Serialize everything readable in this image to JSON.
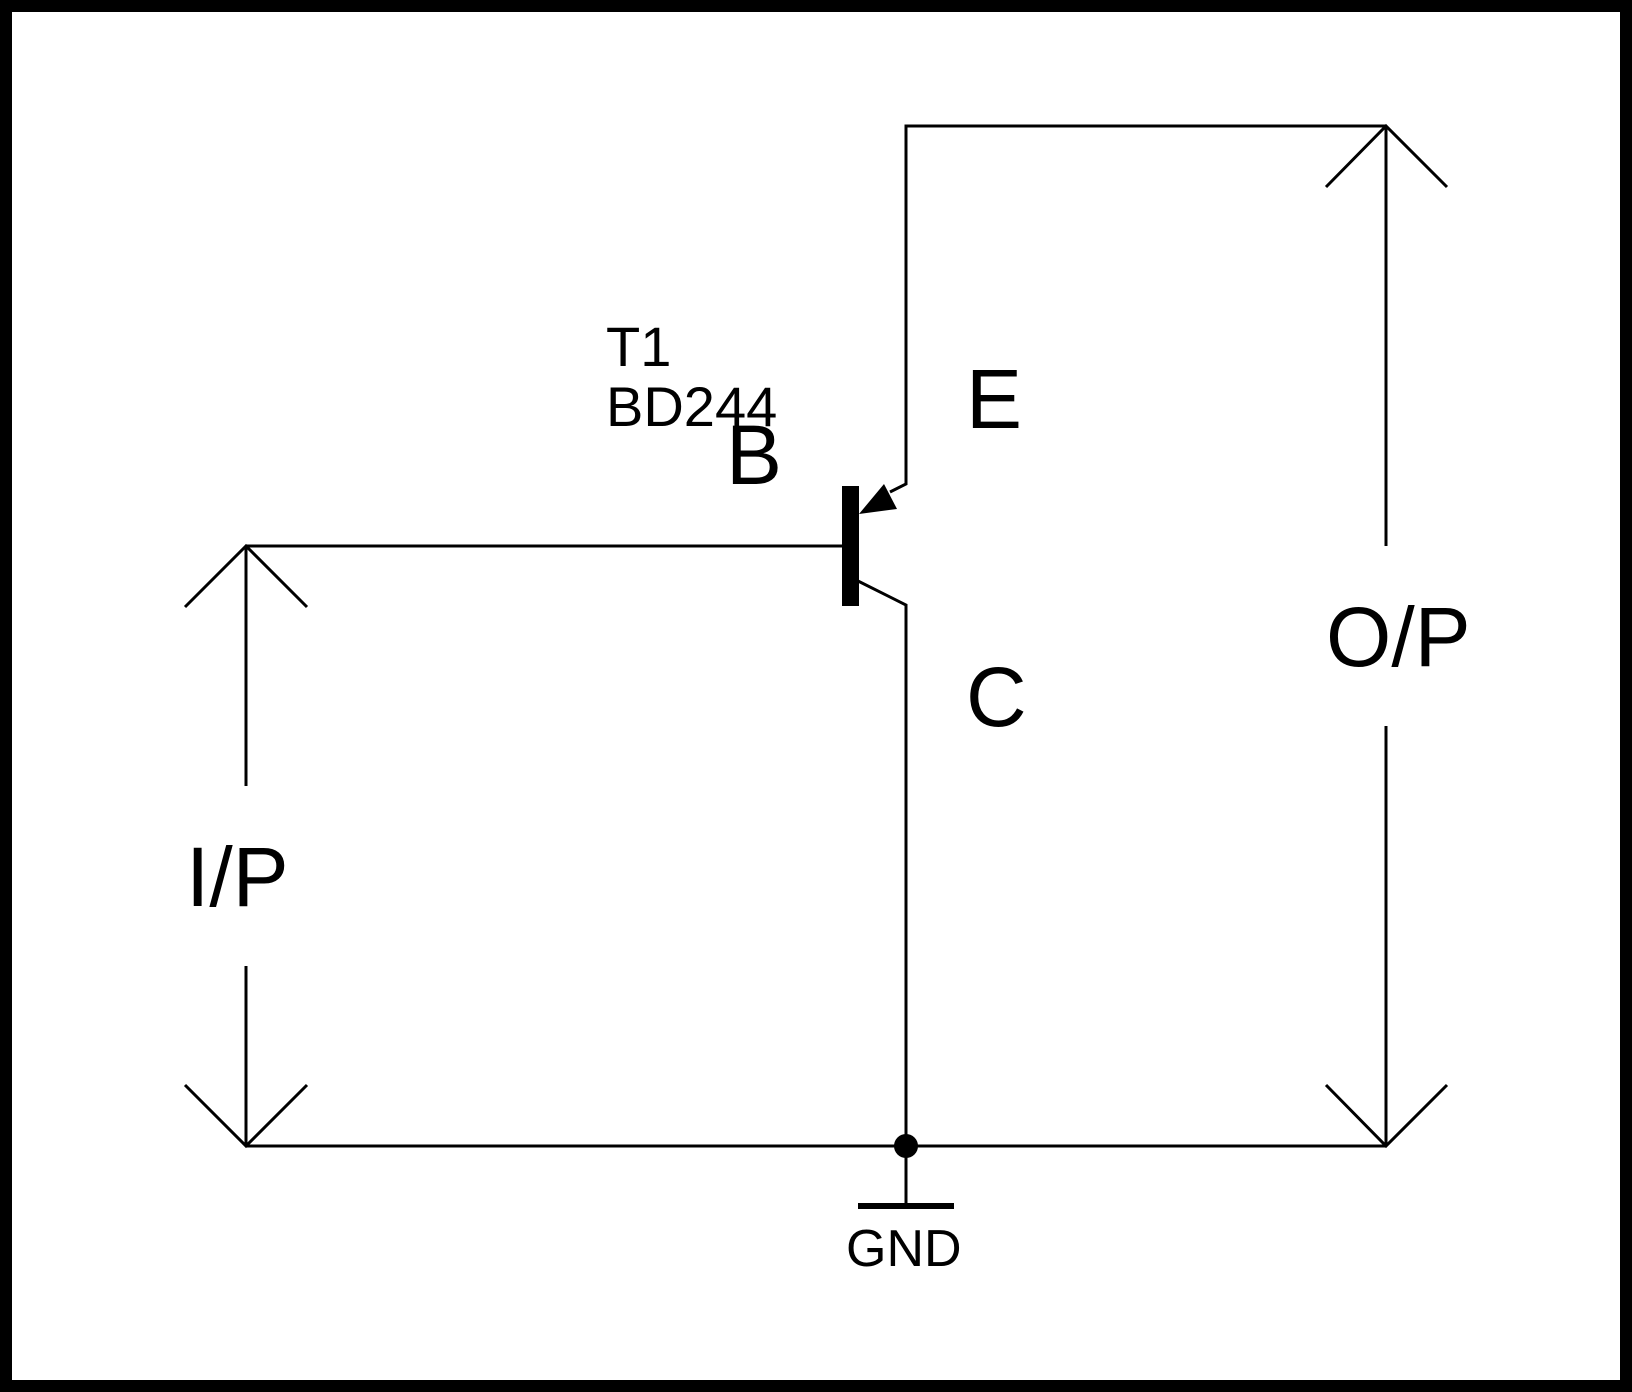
{
  "diagram": {
    "transistor": {
      "designator": "T1",
      "part": "BD244",
      "base_label": "B",
      "emitter_label": "E",
      "collector_label": "C"
    },
    "input_label": "I/P",
    "output_label": "O/P",
    "ground_label": "GND"
  },
  "colors": {
    "ink": "#000000",
    "background": "#ffffff"
  }
}
